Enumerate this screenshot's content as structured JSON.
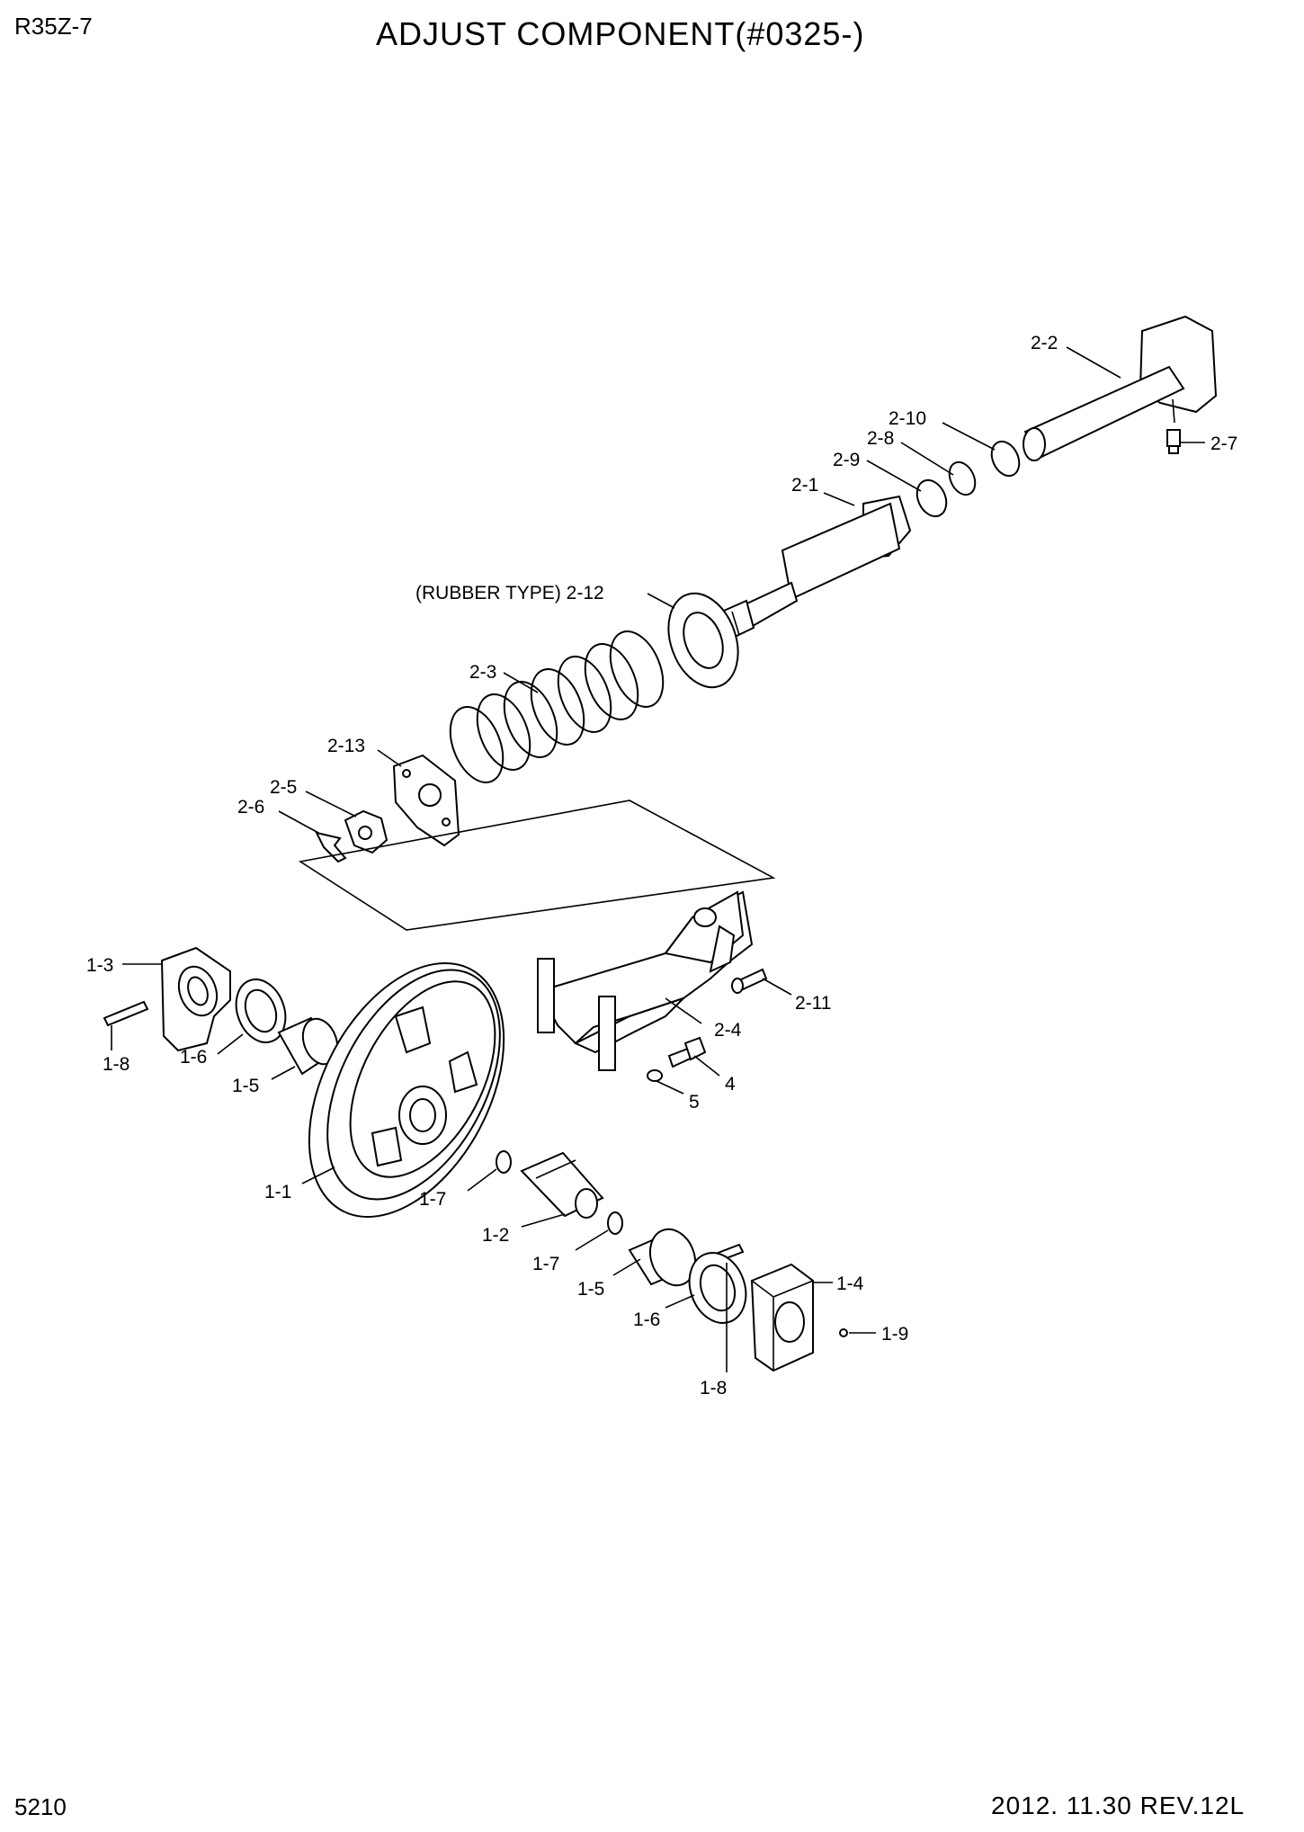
{
  "header": {
    "model": "R35Z-7",
    "title": "ADJUST COMPONENT(#0325-)"
  },
  "footer": {
    "page_number": "5210",
    "revision": "2012. 11.30  REV.12L"
  },
  "callouts": [
    {
      "id": "2-2",
      "label": "2-2"
    },
    {
      "id": "2-10",
      "label": "2-10"
    },
    {
      "id": "2-8",
      "label": "2-8"
    },
    {
      "id": "2-7",
      "label": "2-7"
    },
    {
      "id": "2-9",
      "label": "2-9"
    },
    {
      "id": "2-1",
      "label": "2-1"
    },
    {
      "id": "2-12",
      "label": "(RUBBER TYPE) 2-12"
    },
    {
      "id": "2-3",
      "label": "2-3"
    },
    {
      "id": "2-13",
      "label": "2-13"
    },
    {
      "id": "2-5",
      "label": "2-5"
    },
    {
      "id": "2-6",
      "label": "2-6"
    },
    {
      "id": "1-3",
      "label": "1-3"
    },
    {
      "id": "1-8a",
      "label": "1-8"
    },
    {
      "id": "1-6a",
      "label": "1-6"
    },
    {
      "id": "1-5a",
      "label": "1-5"
    },
    {
      "id": "2-11",
      "label": "2-11"
    },
    {
      "id": "2-4",
      "label": "2-4"
    },
    {
      "id": "4",
      "label": "4"
    },
    {
      "id": "5",
      "label": "5"
    },
    {
      "id": "1-1",
      "label": "1-1"
    },
    {
      "id": "1-7a",
      "label": "1-7"
    },
    {
      "id": "1-2",
      "label": "1-2"
    },
    {
      "id": "1-7b",
      "label": "1-7"
    },
    {
      "id": "1-5b",
      "label": "1-5"
    },
    {
      "id": "1-6b",
      "label": "1-6"
    },
    {
      "id": "1-4",
      "label": "1-4"
    },
    {
      "id": "1-9",
      "label": "1-9"
    },
    {
      "id": "1-8b",
      "label": "1-8"
    }
  ]
}
